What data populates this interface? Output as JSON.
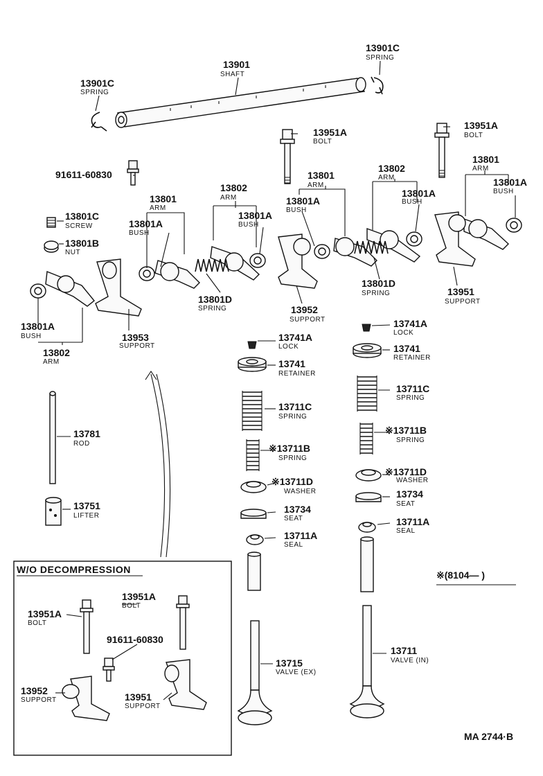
{
  "labels": {
    "shaft": {
      "pn": "13901",
      "nm": "SHAFT"
    },
    "spring_right": {
      "pn": "13901C",
      "nm": "SPRING"
    },
    "spring_left": {
      "pn": "13901C",
      "nm": "SPRING"
    },
    "bolt_a": {
      "pn": "13951A",
      "nm": "BOLT"
    },
    "bolt_b": {
      "pn": "13951A",
      "nm": "BOLT"
    },
    "bolt_plain": {
      "pn": "91611-60830"
    },
    "arm_c": {
      "pn": "13801",
      "nm": "ARM"
    },
    "arm_b": {
      "pn": "13802",
      "nm": "ARM"
    },
    "arm_d": {
      "pn": "13801",
      "nm": "ARM"
    },
    "arm_e": {
      "pn": "13802",
      "nm": "ARM"
    },
    "arm_f": {
      "pn": "13801",
      "nm": "ARM"
    },
    "bush_a": {
      "pn": "13801A",
      "nm": "BUSH"
    },
    "bush_b": {
      "pn": "13801A",
      "nm": "BUSH"
    },
    "bush_c": {
      "pn": "13801A",
      "nm": "BUSH"
    },
    "bush_d": {
      "pn": "13801A",
      "nm": "BUSH"
    },
    "bush_e": {
      "pn": "13801A",
      "nm": "BUSH"
    },
    "bush_f": {
      "pn": "13801A",
      "nm": "BUSH"
    },
    "screw": {
      "pn": "13801C",
      "nm": "SCREW"
    },
    "nut": {
      "pn": "13801B",
      "nm": "NUT"
    },
    "arm_spring_a": {
      "pn": "13801D",
      "nm": "SPRING"
    },
    "arm_spring_b": {
      "pn": "13801D",
      "nm": "SPRING"
    },
    "arm_bottom": {
      "pn": "13802",
      "nm": "ARM"
    },
    "support_a": {
      "pn": "13953",
      "nm": "SUPPORT"
    },
    "support_b": {
      "pn": "13952",
      "nm": "SUPPORT"
    },
    "support_c": {
      "pn": "13951",
      "nm": "SUPPORT"
    },
    "lock_l": {
      "pn": "13741A",
      "nm": "LOCK"
    },
    "retainer_l": {
      "pn": "13741",
      "nm": "RETAINER"
    },
    "spring_c_l": {
      "pn": "13711C",
      "nm": "SPRING"
    },
    "spring_b_l": {
      "pn": "※13711B",
      "nm": "SPRING"
    },
    "washer_l": {
      "pn": "※13711D",
      "nm": "WASHER"
    },
    "seat_l": {
      "pn": "13734",
      "nm": "SEAT"
    },
    "seal_l": {
      "pn": "13711A",
      "nm": "SEAL"
    },
    "valve_ex": {
      "pn": "13715",
      "nm": "VALVE (EX)"
    },
    "lock_r": {
      "pn": "13741A",
      "nm": "LOCK"
    },
    "retainer_r": {
      "pn": "13741",
      "nm": "RETAINER"
    },
    "spring_c_r": {
      "pn": "13711C",
      "nm": "SPRING"
    },
    "spring_b_r": {
      "pn": "※13711B",
      "nm": "SPRING"
    },
    "washer_r": {
      "pn": "※13711D",
      "nm": "WASHER"
    },
    "seat_r": {
      "pn": "13734",
      "nm": "SEAT"
    },
    "seal_r": {
      "pn": "13711A",
      "nm": "SEAL"
    },
    "valve_in": {
      "pn": "13711",
      "nm": "VALVE (IN)"
    },
    "rod": {
      "pn": "13781",
      "nm": "ROD"
    },
    "lifter": {
      "pn": "13751",
      "nm": "LIFTER"
    }
  },
  "inset": {
    "title": "W/O DECOMPRESSION",
    "bolt_left": {
      "pn": "13951A",
      "nm": "BOLT"
    },
    "bolt_right": {
      "pn": "13951A",
      "nm": "BOLT"
    },
    "bolt_plain": {
      "pn": "91611-60830"
    },
    "support_left": {
      "pn": "13952",
      "nm": "SUPPORT"
    },
    "support_right": {
      "pn": "13951",
      "nm": "SUPPORT"
    }
  },
  "note": "※(8104—        )",
  "figure_code": "MA  2744·B"
}
